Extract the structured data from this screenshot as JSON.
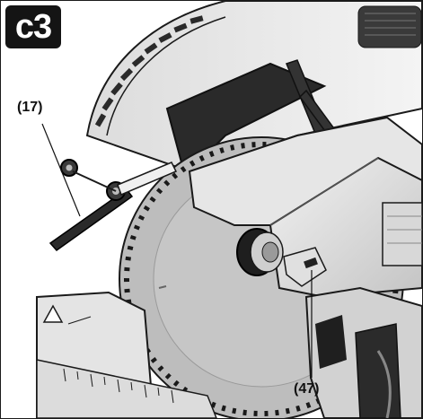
{
  "figure": {
    "label": "c3",
    "callouts": [
      {
        "id": "17",
        "text": "(17)"
      },
      {
        "id": "47",
        "text": "(47)"
      }
    ]
  },
  "colors": {
    "badge_bg": "#141414",
    "line_art": "#1a1a1a",
    "blade_gray": "#b7b7b7",
    "housing_light": "#e9e9e9",
    "housing_mid": "#cfcfcf",
    "housing_dark": "#2a2a2a"
  }
}
